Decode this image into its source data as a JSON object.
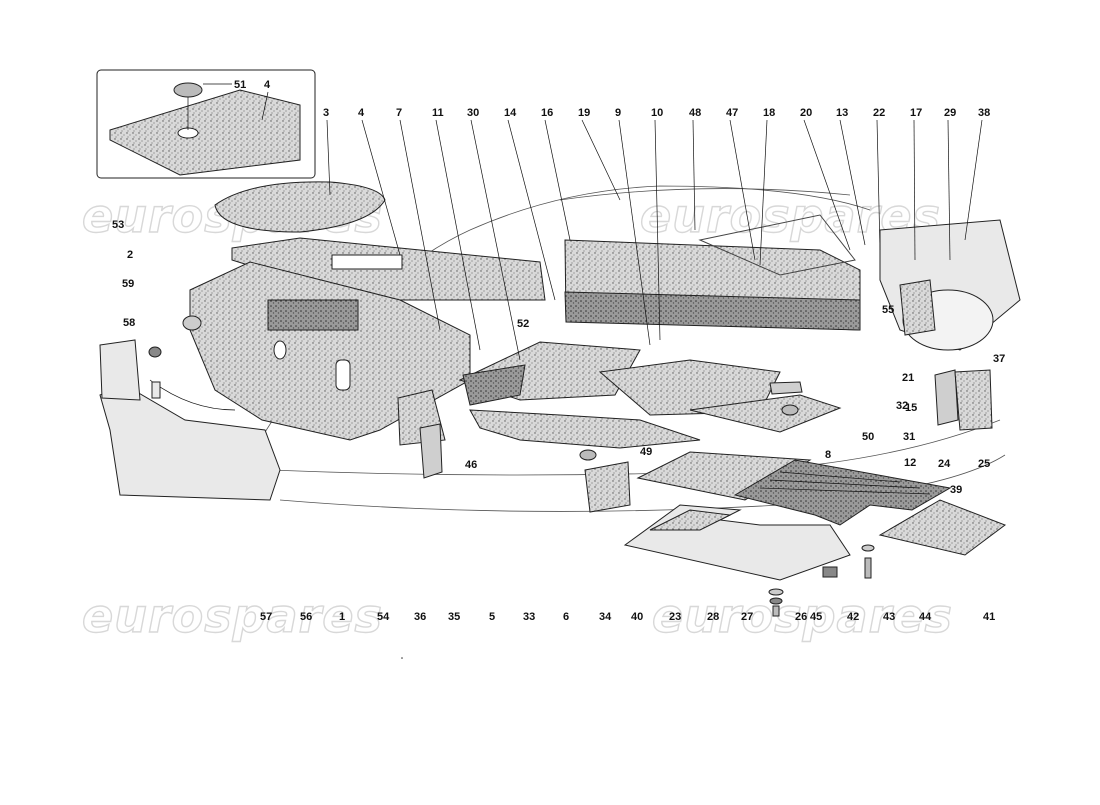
{
  "watermark": "eurospares",
  "inset": {
    "labels": [
      "51",
      "4"
    ]
  },
  "labels_top": [
    "3",
    "4",
    "7",
    "11",
    "30",
    "14",
    "16",
    "19",
    "9",
    "10",
    "48",
    "47",
    "18",
    "20",
    "13",
    "22",
    "17",
    "29",
    "38"
  ],
  "labels_left": [
    "53",
    "2",
    "59",
    "58",
    "52"
  ],
  "labels_right": [
    "55",
    "37",
    "21",
    "32",
    "15",
    "50",
    "31",
    "12",
    "8",
    "39",
    "24",
    "25",
    "49",
    "46"
  ],
  "labels_bottom": [
    "57",
    "56",
    "1",
    "54",
    "36",
    "35",
    "5",
    "33",
    "6",
    "34",
    "40",
    "23",
    "28",
    "27",
    "26",
    "45",
    "42",
    "43",
    "44",
    "41"
  ]
}
